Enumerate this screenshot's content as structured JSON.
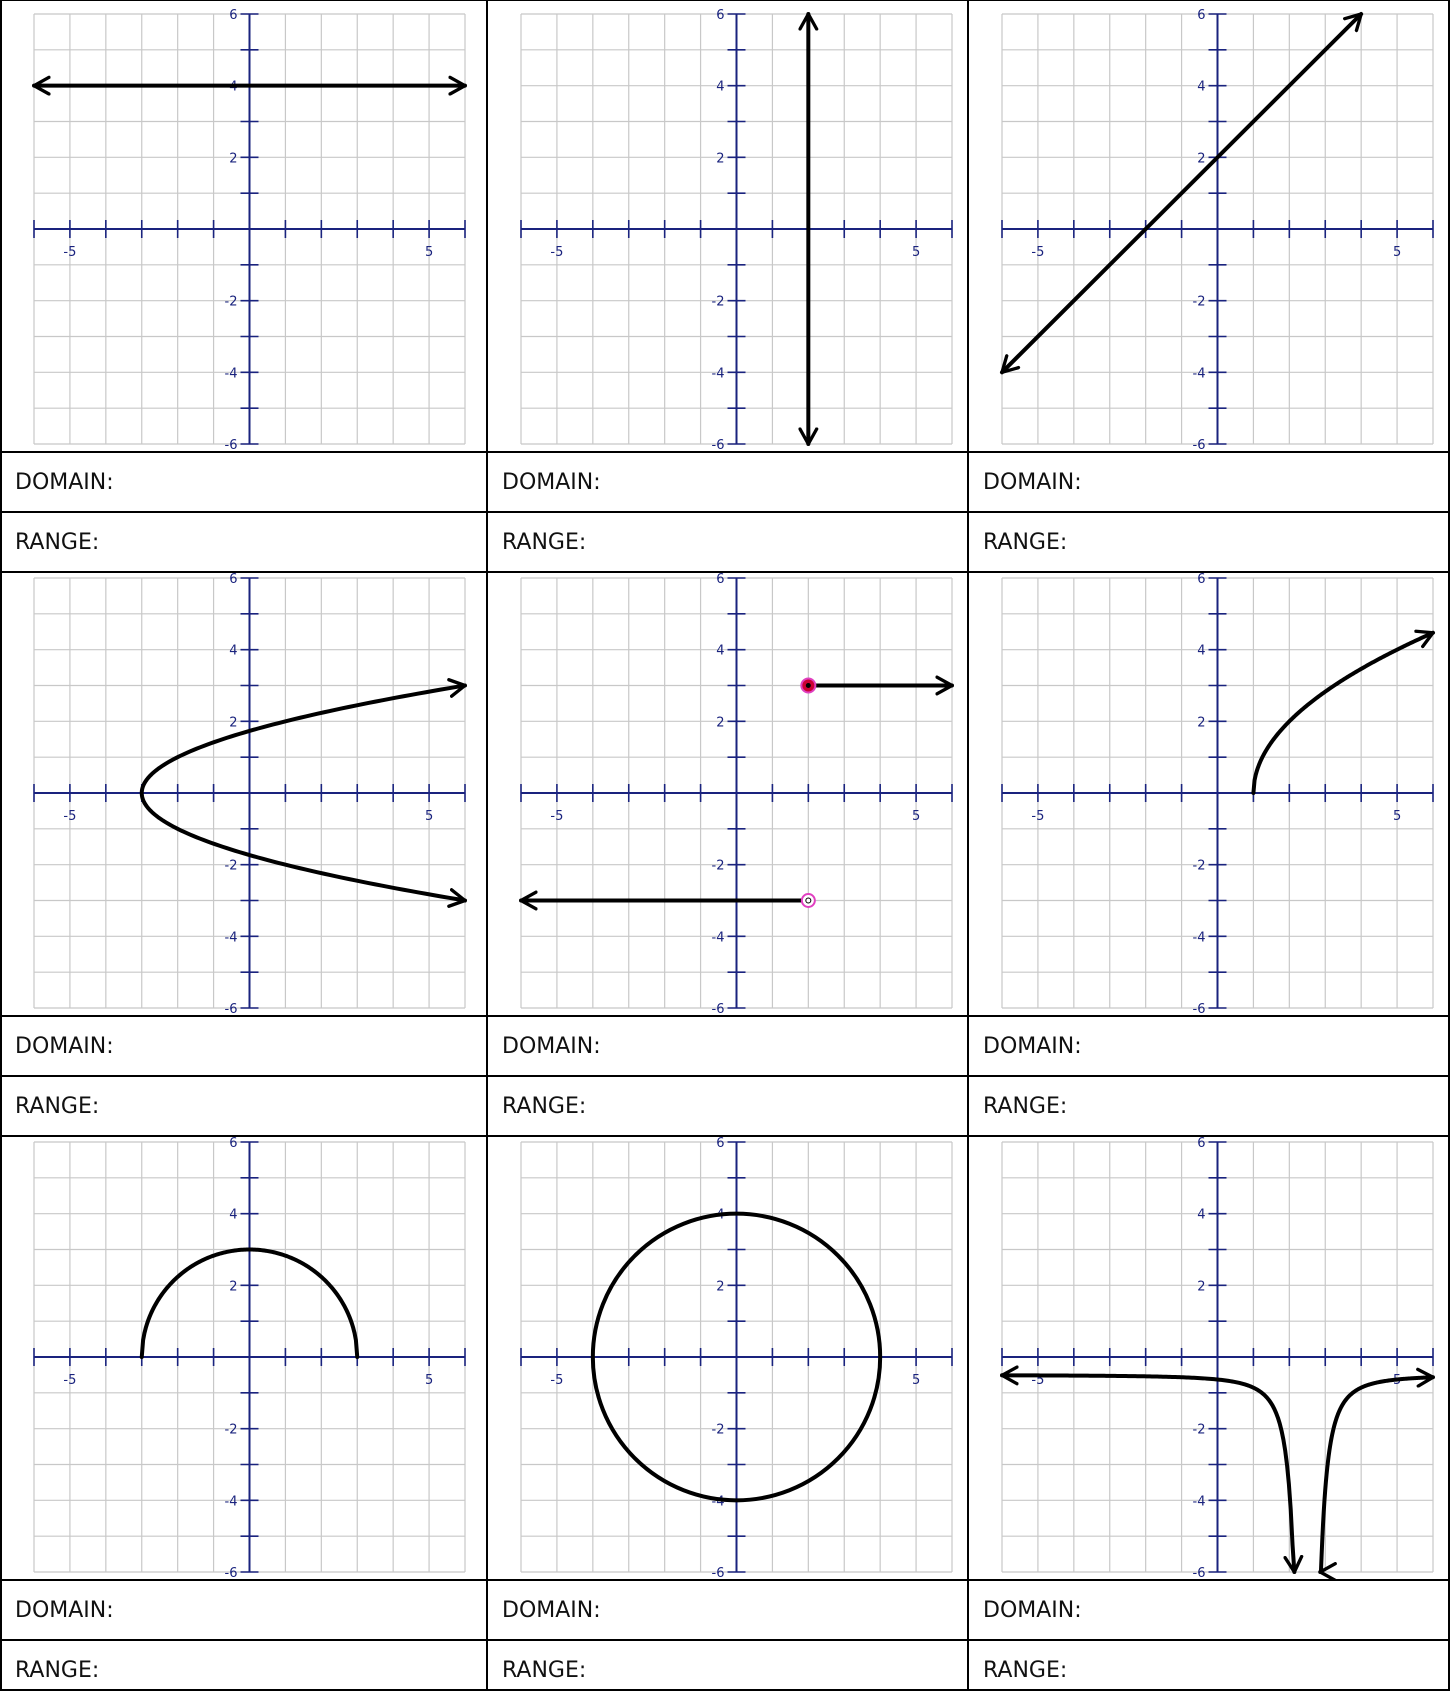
{
  "labels": {
    "domain": "DOMAIN:",
    "range": "RANGE:"
  },
  "axis": {
    "xmin": -6,
    "xmax": 6,
    "ymin": -6,
    "ymax": 6,
    "x_tick_labels": [
      -5,
      5
    ],
    "y_tick_labels": [
      6,
      4,
      2,
      -2,
      -4,
      -6
    ],
    "grid": true
  },
  "colors": {
    "grid": "#c8c8c8",
    "axis": "#1a237e",
    "tick_label": "#1a237e",
    "curve": "#000000",
    "border": "#000000",
    "closed_point": "#cc0033",
    "open_point_ring": "#e040c0"
  },
  "graphs": [
    {
      "id": "g1",
      "description": "horizontal line y=4",
      "curves": [
        {
          "type": "polyline",
          "points": [
            [
              -6,
              4
            ],
            [
              6,
              4
            ]
          ],
          "arrow_start": true,
          "arrow_end": true
        }
      ]
    },
    {
      "id": "g2",
      "description": "vertical line x=2",
      "curves": [
        {
          "type": "polyline",
          "points": [
            [
              2,
              6
            ],
            [
              2,
              -6
            ]
          ],
          "arrow_start": true,
          "arrow_end": true
        }
      ]
    },
    {
      "id": "g3",
      "description": "line y=x+2",
      "curves": [
        {
          "type": "polyline",
          "points": [
            [
              -6,
              -4
            ],
            [
              4,
              6
            ]
          ],
          "arrow_start": true,
          "arrow_end": true
        }
      ]
    },
    {
      "id": "g4",
      "description": "sideways parabola x=y^2-3",
      "curves": [
        {
          "type": "function_of_y",
          "expr": "y*y-3",
          "y_range": [
            -3,
            3
          ],
          "arrow_start": true,
          "arrow_end": true
        }
      ]
    },
    {
      "id": "g5",
      "description": "piecewise step",
      "curves": [
        {
          "type": "polyline",
          "points": [
            [
              2,
              3
            ],
            [
              6,
              3
            ]
          ],
          "arrow_start": false,
          "arrow_end": true
        },
        {
          "type": "polyline",
          "points": [
            [
              2,
              -3
            ],
            [
              -6,
              -3
            ]
          ],
          "arrow_start": false,
          "arrow_end": true
        }
      ],
      "points": [
        {
          "x": 2,
          "y": 3,
          "kind": "closed"
        },
        {
          "x": 2,
          "y": -3,
          "kind": "open"
        }
      ]
    },
    {
      "id": "g6",
      "description": "square root y=2*sqrt(x-1)",
      "curves": [
        {
          "type": "function_of_x",
          "expr": "2*Math.sqrt(x-1)",
          "x_range": [
            1,
            6
          ],
          "arrow_start": false,
          "arrow_end": true
        }
      ]
    },
    {
      "id": "g7",
      "description": "semicircle radius 3",
      "curves": [
        {
          "type": "function_of_x",
          "expr": "Math.sqrt(Math.max(0,9-x*x))",
          "x_range": [
            -3,
            3
          ],
          "arrow_start": false,
          "arrow_end": false
        }
      ]
    },
    {
      "id": "g8",
      "description": "circle radius 4",
      "curves": [
        {
          "type": "circle",
          "cx": 0,
          "cy": 0,
          "r": 4
        }
      ]
    },
    {
      "id": "g9",
      "description": "rational function with vertical asymptote x=2.5",
      "curves": [
        {
          "type": "function_of_x",
          "expr": "-0.5-0.8/((x-2.5)*(x-2.5))",
          "x_range": [
            -6,
            2.14
          ],
          "arrow_start": true,
          "arrow_end": true
        },
        {
          "type": "function_of_x",
          "expr": "-0.5-0.8/((x-2.5)*(x-2.5))",
          "x_range": [
            2.86,
            6
          ],
          "arrow_start": true,
          "arrow_end": true
        }
      ]
    }
  ]
}
